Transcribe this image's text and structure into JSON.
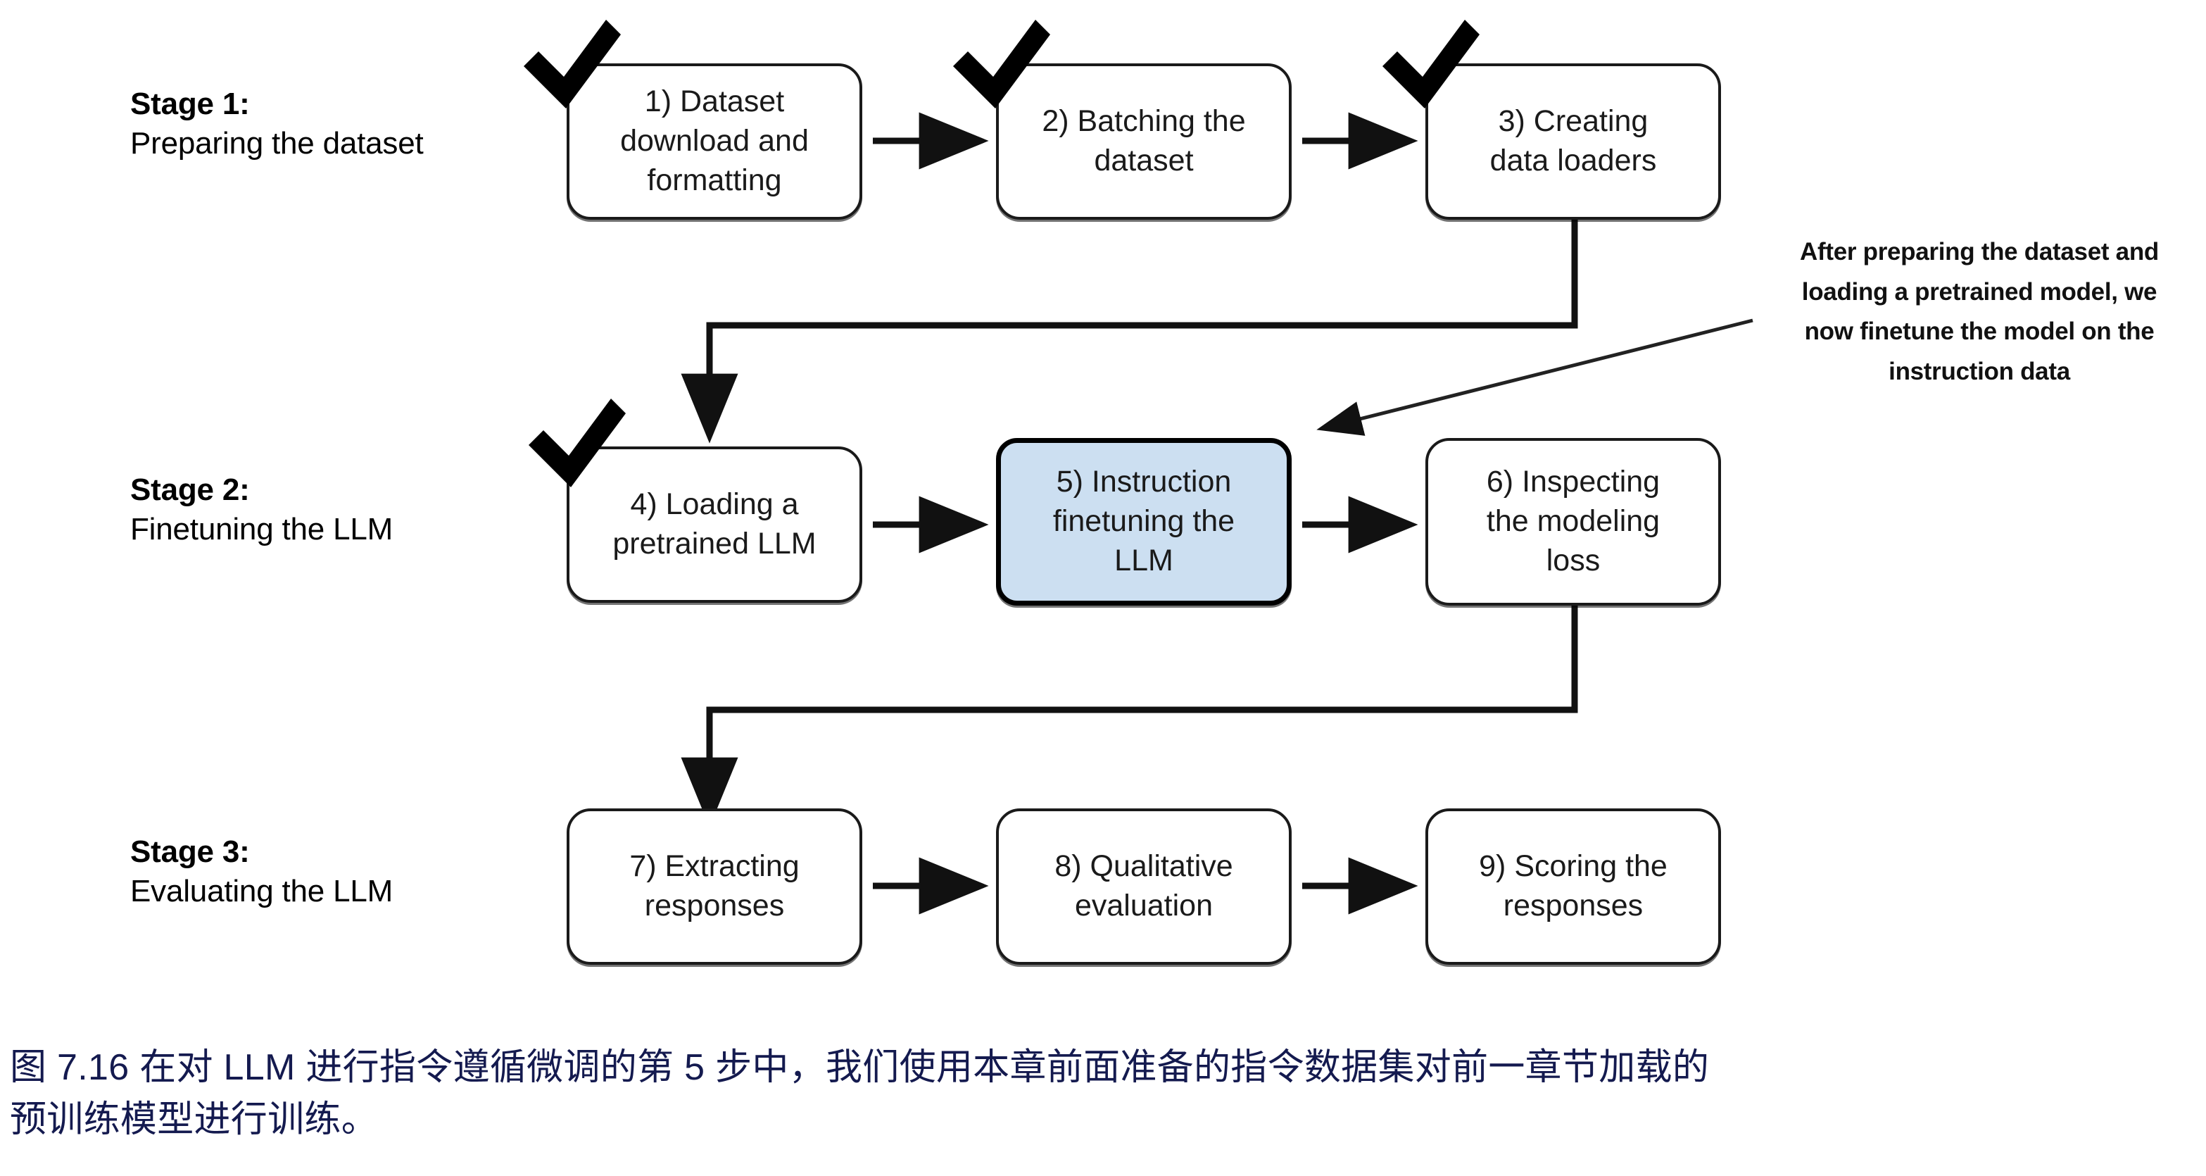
{
  "figure": {
    "background": "#ffffff",
    "box_border_color": "#1a1a1a",
    "highlight_fill": "#ccdff1",
    "caption_color": "#141a4f",
    "arrow_color": "#111111"
  },
  "stages": [
    {
      "title": "Stage 1:",
      "subtitle": "Preparing the dataset"
    },
    {
      "title": "Stage 2:",
      "subtitle": "Finetuning the LLM"
    },
    {
      "title": "Stage 3:",
      "subtitle": "Evaluating the LLM"
    }
  ],
  "nodes": [
    {
      "id": 1,
      "label": "1) Dataset\ndownload and\nformatting",
      "stage": 1,
      "done": true,
      "highlighted": false
    },
    {
      "id": 2,
      "label": "2) Batching the\ndataset",
      "stage": 1,
      "done": true,
      "highlighted": false
    },
    {
      "id": 3,
      "label": "3) Creating\ndata loaders",
      "stage": 1,
      "done": true,
      "highlighted": false
    },
    {
      "id": 4,
      "label": "4) Loading a\npretrained LLM",
      "stage": 2,
      "done": true,
      "highlighted": false
    },
    {
      "id": 5,
      "label": "5) Instruction\nfinetuning the\nLLM",
      "stage": 2,
      "done": false,
      "highlighted": true
    },
    {
      "id": 6,
      "label": "6) Inspecting\nthe modeling\nloss",
      "stage": 2,
      "done": false,
      "highlighted": false
    },
    {
      "id": 7,
      "label": "7) Extracting\nresponses",
      "stage": 3,
      "done": false,
      "highlighted": false
    },
    {
      "id": 8,
      "label": "8) Qualitative\nevaluation",
      "stage": 3,
      "done": false,
      "highlighted": false
    },
    {
      "id": 9,
      "label": "9) Scoring the\nresponses",
      "stage": 3,
      "done": false,
      "highlighted": false
    }
  ],
  "annotation": {
    "text": "After preparing the dataset and loading a pretrained model, we now finetune the model on the instruction data",
    "lines": [
      "After preparing the dataset and",
      "loading a pretrained model, we",
      "now finetune the model on the",
      "instruction data"
    ],
    "points_to_node": 5
  },
  "caption": {
    "text": "图 7.16 在对 LLM 进行指令遵循微调的第 5 步中，我们使用本章前面准备的指令数据集对前一章节加载的预训练模型进行训练。",
    "line1": "图 7.16 在对 LLM 进行指令遵循微调的第 5 步中，我们使用本章前面准备的指令数据集对前一章节加载的",
    "line2": "预训练模型进行训练。",
    "figure_number": "7.16"
  },
  "icons": {
    "check": "check-mark-icon",
    "arrow": "arrow-right-icon"
  }
}
